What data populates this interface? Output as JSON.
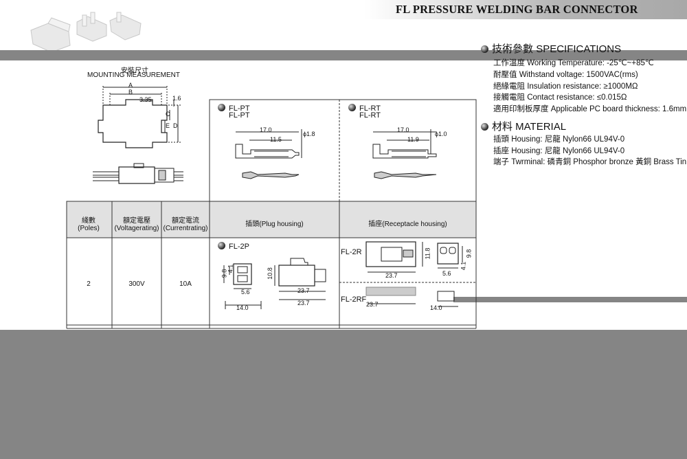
{
  "header": {
    "title": "FL PRESSURE WELDING BAR CONNECTOR"
  },
  "mounting": {
    "label_cn": "安裝尺寸",
    "label_en": "MOUNTING MEASUREMENT",
    "dims": {
      "a": "A",
      "b": "B",
      "v335": "3.35",
      "v16": "1.6",
      "c": "C",
      "e": "E",
      "d": "D"
    }
  },
  "specifications": {
    "heading_cn": "技術參數",
    "heading_en": "SPECIFICATIONS",
    "lines": [
      "工作溫度 Working Temperature: -25℃~+85℃",
      "耐壓值 Withstand voltage: 1500VAC(rms)",
      "絕緣電阻 Insulation resistance: ≥1000MΩ",
      "接觸電阻 Contact resistance: ≤0.015Ω",
      "適用印制板厚度 Applicable PC board thickness: 1.6mm"
    ]
  },
  "material": {
    "heading": "材料 MATERIAL",
    "lines": [
      "插頭 Housing: 尼龍 Nylon66 UL94V-0",
      "插座 Housing: 尼龍 Nylon66 UL94V-0",
      "端子 Twrminal: 磷青銅 Phosphor bronze 黃銅 Brass Tin"
    ]
  },
  "terminals": {
    "pt": {
      "name1": "FL-PT",
      "name2": "FL-PT",
      "len": "17.0",
      "inner": "11.5",
      "dia": "ϕ1.8"
    },
    "rt": {
      "name1": "FL-RT",
      "name2": "FL-RT",
      "len": "17.0",
      "inner": "11.9",
      "dia": "ϕ1.0"
    }
  },
  "table": {
    "headers": {
      "poles_cn": "綫數",
      "poles_en": "(Poles)",
      "volt_cn": "額定電壓",
      "volt_en": "(Voltagerating)",
      "curr_cn": "額定電流",
      "curr_en": "(Currentrating)",
      "plug": "插頭(Plug housing)",
      "recep": "插座(Receptacle housing)"
    },
    "row": {
      "poles": "2",
      "voltage": "300V",
      "current": "10A"
    }
  },
  "plug": {
    "name": "FL-2P",
    "d98": "9.8",
    "d41": "4.1",
    "d56": "5.6",
    "d140": "14.0",
    "d108": "10.8",
    "d237a": "23.7",
    "d237b": "23.7"
  },
  "recep": {
    "name1": "FL-2R",
    "name2": "FL-2RF",
    "d118": "11.8",
    "d98": "9.8",
    "d41": "4.1",
    "d56": "5.6",
    "d237": "23.7",
    "d237b": "23.7",
    "d140": "14.0"
  }
}
